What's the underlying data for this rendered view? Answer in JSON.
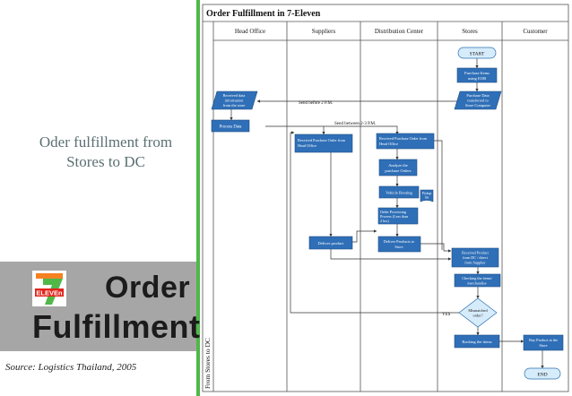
{
  "slide": {
    "subtitle_line1": "Oder fulfillment from",
    "subtitle_line2": "Stores to DC",
    "title_word1": "Order",
    "title_word2": "Fulfillment",
    "source": "Source: Logistics Thailand, 2005",
    "logo_text": "ELEVEn",
    "logo_number": "7",
    "accent_green": "#4fb848",
    "logo_red": "#e2231a",
    "logo_orange": "#f58220"
  },
  "diagram": {
    "title": "Order Fulfillment in 7-Eleven",
    "side_label": "From Stores to DC",
    "lanes": [
      "Head Office",
      "Suppliers",
      "Distribution Center",
      "Stores",
      "Customer"
    ],
    "nodes": {
      "start": "START",
      "purchase_items": [
        "Purchase Items",
        "using EOB"
      ],
      "purchase_data": [
        "Purchase Data",
        "transferred to",
        "Store Computer"
      ],
      "received_data": [
        "Received data",
        "information",
        "from the store"
      ],
      "process_data": "Process Data",
      "received_po_supplier": [
        "Received Purchase Order from",
        "Head Office"
      ],
      "received_po_dc": [
        "Received Purchase Order from",
        "Head Office"
      ],
      "analyze": [
        "Analyze the",
        "purchase Orders"
      ],
      "routing": "Vehicle Routing",
      "pickup": [
        "Pickup",
        "list"
      ],
      "order_processing": [
        "Order Processing",
        "Process (Less than",
        "2 hrs)"
      ],
      "deliver_product_supplier": "Deliver product",
      "deliver_product_store": [
        "Deliver Products to",
        "Store"
      ],
      "received_product": [
        "Received Product",
        "from DC / direct",
        "from Supplier"
      ],
      "checking": [
        "Checking the items/",
        "merchandise"
      ],
      "mismatched": [
        "Mismatched",
        "order?"
      ],
      "racking": "Racking the items",
      "buy_product": [
        "Buy Product at the",
        "Store"
      ],
      "end": "END"
    },
    "edge_labels": {
      "send_before": "Send before 2 P.M.",
      "send_between": "Send between 2-3 P.M.",
      "yes": "YES"
    }
  }
}
